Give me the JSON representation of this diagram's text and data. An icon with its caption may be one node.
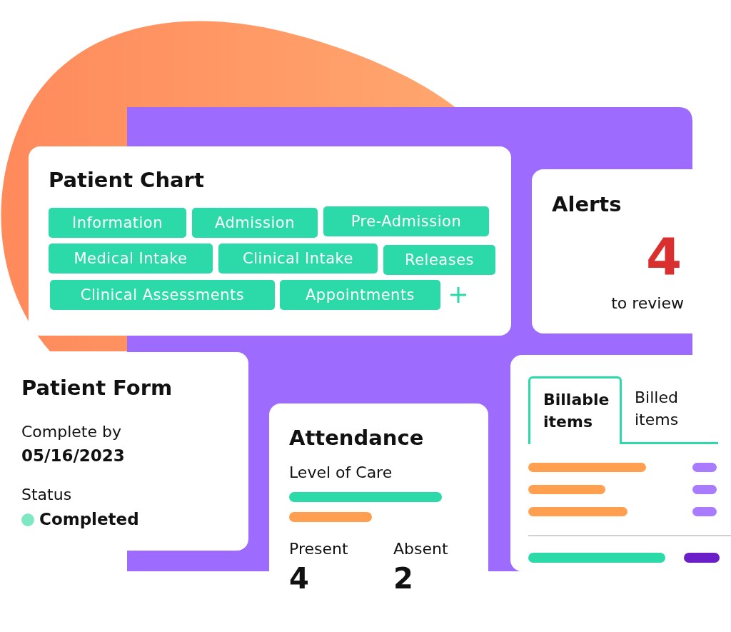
{
  "diagram": {
    "nodes": [
      {
        "text": [
          "Patient Chart"
        ]
      },
      {
        "text": [
          "Information"
        ],
        "in": 0
      },
      {
        "text": [
          "Admission"
        ],
        "in": 0
      },
      {
        "text": [
          "Pre-Admission"
        ],
        "in": 0
      },
      {
        "text": [
          "Medical Intake"
        ],
        "in": 0
      },
      {
        "text": [
          "Clinical Intake"
        ],
        "in": 0
      },
      {
        "text": [
          "Releases"
        ],
        "in": 0
      },
      {
        "text": [
          "Clinical Assessments"
        ],
        "in": 0
      },
      {
        "text": [
          "Appointments"
        ],
        "in": 0
      },
      {
        "text": [
          "Alerts",
          "4",
          "to review"
        ]
      },
      {
        "text": [
          "Patient Form",
          "Complete by",
          "05/16/2023",
          "Status",
          "Completed"
        ]
      },
      {
        "text": [
          "Attendance",
          "Level of Care",
          "Present",
          "4",
          "Absent",
          "2"
        ]
      },
      {
        "text": [],
        "shape": "box"
      },
      {
        "text": [
          "Billable items"
        ],
        "in": 12
      },
      {
        "text": [
          "Billed items"
        ],
        "in": 12
      }
    ]
  }
}
